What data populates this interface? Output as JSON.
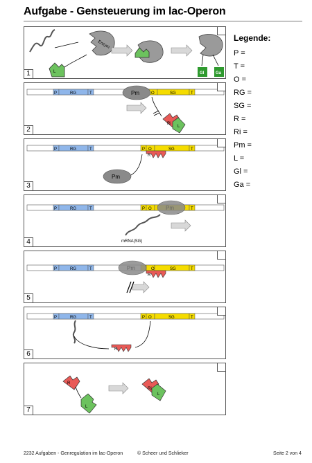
{
  "header": {
    "title": "Aufgabe - Gensteuerung im lac-Operon"
  },
  "legend": {
    "title": "Legende:",
    "items": [
      "P =",
      "T =",
      "O =",
      "RG =",
      "SG =",
      "R =",
      "Ri =",
      "Pm =",
      "L =",
      "Gl =",
      "Ga ="
    ]
  },
  "panels": {
    "numbers": [
      "1",
      "2",
      "3",
      "4",
      "5",
      "6",
      "7"
    ],
    "labels": {
      "p": "P",
      "rg": "RG",
      "t": "T",
      "o": "O",
      "sg": "SG",
      "r": "R",
      "ri": "Ri",
      "pm": "Pm",
      "l": "L",
      "gl": "Gl",
      "ga": "Ga",
      "enzym": "Enzym",
      "mrna": "mRNA(SG)"
    }
  },
  "colors": {
    "rg_blue": "#8fb6ea",
    "sg_yellow": "#f5dc00",
    "repressor_red": "#e95a57",
    "inducer_green": "#6cc25e",
    "polymerase_gray": "#8a8a8a",
    "enzyme_gray": "#9a9a9a"
  },
  "footer": {
    "left": "2232 Aufgaben - Genregulation im lac-Operon",
    "center": "© Scheer und Schlieker",
    "right": "Seite 2 von 4"
  }
}
